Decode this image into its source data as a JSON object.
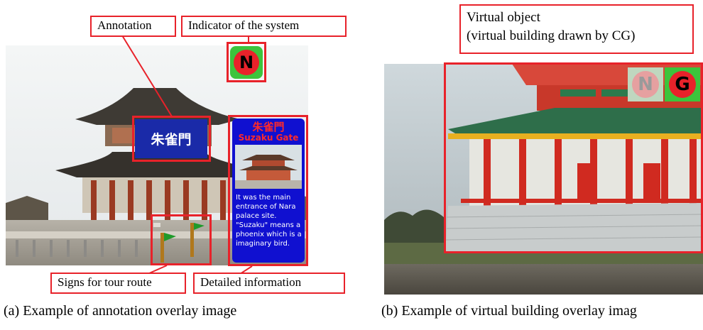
{
  "panel_a": {
    "callouts": {
      "annotation": "Annotation",
      "indicator": "Indicator of the system",
      "signs": "Signs for tour route",
      "detailed": "Detailed information"
    },
    "overlay_label": "朱雀門",
    "indicator_letter": "N",
    "info_card": {
      "title_jp": "朱雀門",
      "title_en": "Suzaku Gate",
      "body": "It was  the main entrance of Nara palace site. \"Suzaku\" means a phoenix which is a imaginary bird."
    },
    "caption": "(a) Example of annotation overlay image"
  },
  "panel_b": {
    "callout_line1": "Virtual object",
    "callout_line2": "(virtual building drawn by CG)",
    "indicator_letters": [
      "N",
      "G"
    ],
    "caption": "(b) Example of virtual building overlay imag"
  },
  "colors": {
    "callout_border": "#e8222a",
    "annotation_bg": "#1a2aa8",
    "info_card_bg": "#1010d0",
    "indicator_green": "#3cc43c"
  }
}
